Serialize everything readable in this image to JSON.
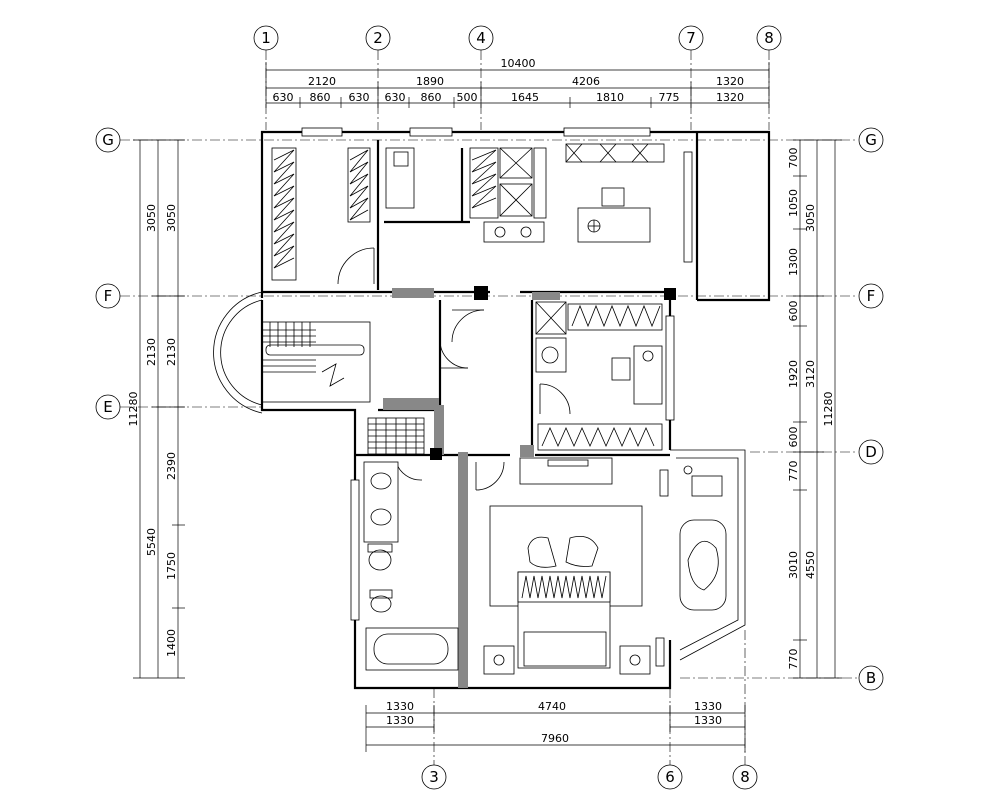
{
  "axes_top": [
    "1",
    "2",
    "4",
    "7",
    "8"
  ],
  "axes_bottom": [
    "3",
    "6",
    "8"
  ],
  "axes_left": [
    "G",
    "F",
    "E"
  ],
  "axes_right": [
    "G",
    "F",
    "D",
    "B"
  ],
  "dims_top": {
    "total": "10400",
    "row2": [
      "2120",
      "1890",
      "4206",
      "1320"
    ],
    "row3": [
      "630",
      "860",
      "630",
      "630",
      "860",
      "500",
      "1645",
      "1810",
      "775",
      "1320"
    ]
  },
  "dims_bottom": {
    "row1": [
      "1330",
      "4740",
      "1330"
    ],
    "row2": [
      "1330",
      "1330"
    ],
    "total": "7960"
  },
  "dims_left": {
    "outer": "11280",
    "mid": [
      "3050",
      "2130",
      "5540"
    ],
    "inner": [
      "3050",
      "2130",
      "2390",
      "1750",
      "1400"
    ]
  },
  "dims_right": {
    "outer": "11280",
    "mid": [
      "3050",
      "3120",
      "4550"
    ],
    "inner": [
      "700",
      "1050",
      "1300",
      "600",
      "1920",
      "600",
      "770",
      "3010",
      "770"
    ]
  }
}
